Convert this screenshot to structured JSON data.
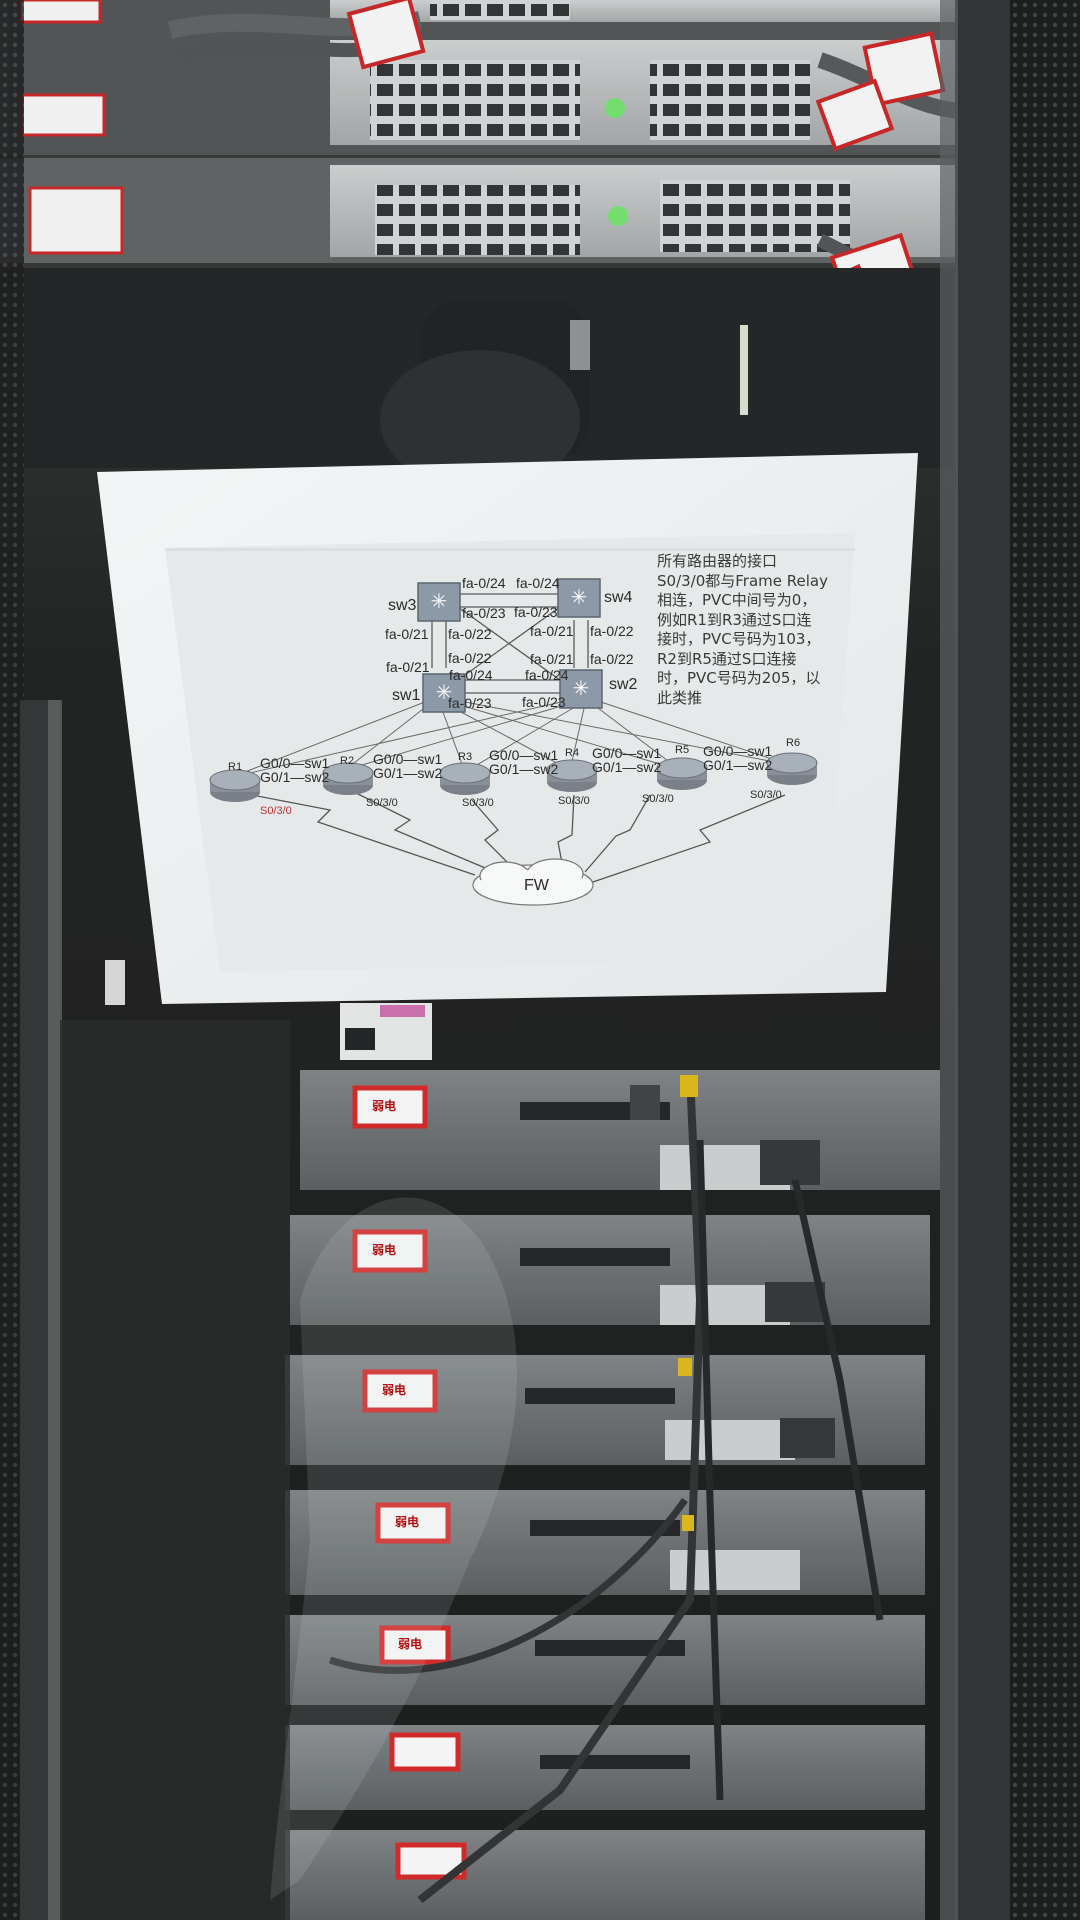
{
  "photo": {
    "subject": "glass-door network rack with taped topology printout",
    "colors": {
      "rack": "#1a1c1d",
      "paper": "#eef0f1",
      "label_border": "#c42020",
      "led": "#6fdc6a"
    }
  },
  "diagram": {
    "switches": [
      {
        "id": "sw3",
        "label": "sw3"
      },
      {
        "id": "sw4",
        "label": "sw4"
      },
      {
        "id": "sw1",
        "label": "sw1"
      },
      {
        "id": "sw2",
        "label": "sw2"
      }
    ],
    "port_labels": {
      "top_left_24": "fa-0/24",
      "top_right_24": "fa-0/24",
      "top_left_23": "fa-0/23",
      "top_right_23": "fa-0/23",
      "sw3_21": "fa-0/21",
      "sw3_22": "fa-0/22",
      "sw4_21": "fa-0/21",
      "sw4_22": "fa-0/22",
      "sw1_21": "fa-0/21",
      "sw1_22": "fa-0/22",
      "sw2_21": "fa-0/21",
      "sw2_22": "fa-0/22",
      "bottom_left_24": "fa-0/24",
      "bottom_right_24": "fa-0/24",
      "bottom_left_23": "fa-0/23",
      "bottom_right_23": "fa-0/23"
    },
    "routers": [
      {
        "id": "r1",
        "label": "R1",
        "g00": "G0/0—sw1",
        "g01": "G0/1—sw2",
        "serial": "S0/3/0"
      },
      {
        "id": "r2",
        "label": "R2",
        "g00": "G0/0—sw1",
        "g01": "G0/1—sw2",
        "serial": "S0/3/0"
      },
      {
        "id": "r3",
        "label": "R3",
        "g00": "G0/0—sw1",
        "g01": "G0/1—sw2",
        "serial": "S0/3/0"
      },
      {
        "id": "r4",
        "label": "R4",
        "g00": "G0/0—sw1",
        "g01": "G0/1—sw2",
        "serial": "S0/3/0"
      },
      {
        "id": "r5",
        "label": "R5",
        "g00": "G0/0—sw1",
        "g01": "G0/1—sw2",
        "serial": "S0/3/0"
      },
      {
        "id": "r6",
        "label": "R6",
        "serial": "S0/3/0"
      }
    ],
    "cloud_label": "FW",
    "note_lines": [
      "所有路由器的接口",
      "S0/3/0都与Frame Relay",
      "相连，PVC中间号为0，",
      "例如R1到R3通过S口连",
      "接时，PVC号码为103，",
      "R2到R5通过S口连接",
      "时，PVC号码为205，以",
      "此类推"
    ]
  },
  "rack_labels": [
    "弱电",
    "弱电",
    "弱电",
    "弱电",
    "弱电"
  ]
}
